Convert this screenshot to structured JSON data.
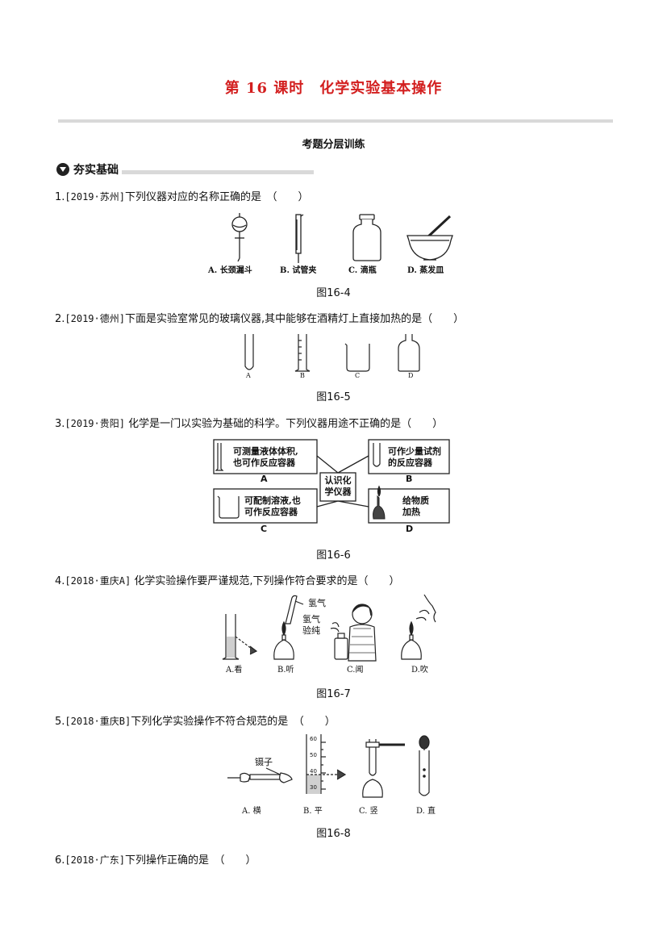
{
  "header": {
    "title": "第 16 课时　化学实验基本操作",
    "subtitle": "考题分层训练"
  },
  "section": {
    "label": "夯实基础"
  },
  "questions": [
    {
      "number": "1.",
      "source": "[2019·苏州]",
      "text": "下列仪器对应的名称正确的是　（　　）",
      "figure_caption": "图16-4",
      "options": [
        "A. 长颈漏斗",
        "B. 试管夹",
        "C. 滴瓶",
        "D. 蒸发皿"
      ]
    },
    {
      "number": "2.",
      "source": "[2019·德州]",
      "text": "下面是实验室常见的玻璃仪器,其中能够在酒精灯上直接加热的是（　　）",
      "figure_caption": "图16-5",
      "options": [
        "A",
        "B",
        "C",
        "D"
      ]
    },
    {
      "number": "3.",
      "source": "[2019·贵阳]",
      "text": " 化学是一门以实验为基础的科学。下列仪器用途不正确的是（　　）",
      "figure_caption": "图16-6",
      "center_label": [
        "认识化",
        "学仪器"
      ],
      "boxes": [
        {
          "letter": "A",
          "lines": [
            "可测量液体体积,",
            "也可作反应容器"
          ]
        },
        {
          "letter": "B",
          "lines": [
            "可作少量试剂",
            "的反应容器"
          ]
        },
        {
          "letter": "C",
          "lines": [
            "可配制溶液,也",
            "可作反应容器"
          ]
        },
        {
          "letter": "D",
          "lines": [
            "给物质",
            "加热"
          ]
        }
      ]
    },
    {
      "number": "4.",
      "source": "[2018·重庆A]",
      "text": " 化学实验操作要严谨规范,下列操作符合要求的是（　　）",
      "figure_caption": "图16-7",
      "annotations": [
        "氢气",
        "氢气",
        "验纯"
      ],
      "options": [
        "A.看",
        "B.听",
        "C.闻",
        "D.吹"
      ]
    },
    {
      "number": "5.",
      "source": "[2018·重庆B]",
      "text": "下列化学实验操作不符合规范的是　（　　）",
      "figure_caption": "图16-8",
      "annotations": [
        "镊子"
      ],
      "scale": [
        "60",
        "50",
        "40",
        "30"
      ],
      "options": [
        "A. 横",
        "B. 平",
        "C. 竖",
        "D. 直"
      ]
    },
    {
      "number": "6.",
      "source": "[2018·广东]",
      "text": "下列操作正确的是　（　　）"
    }
  ]
}
